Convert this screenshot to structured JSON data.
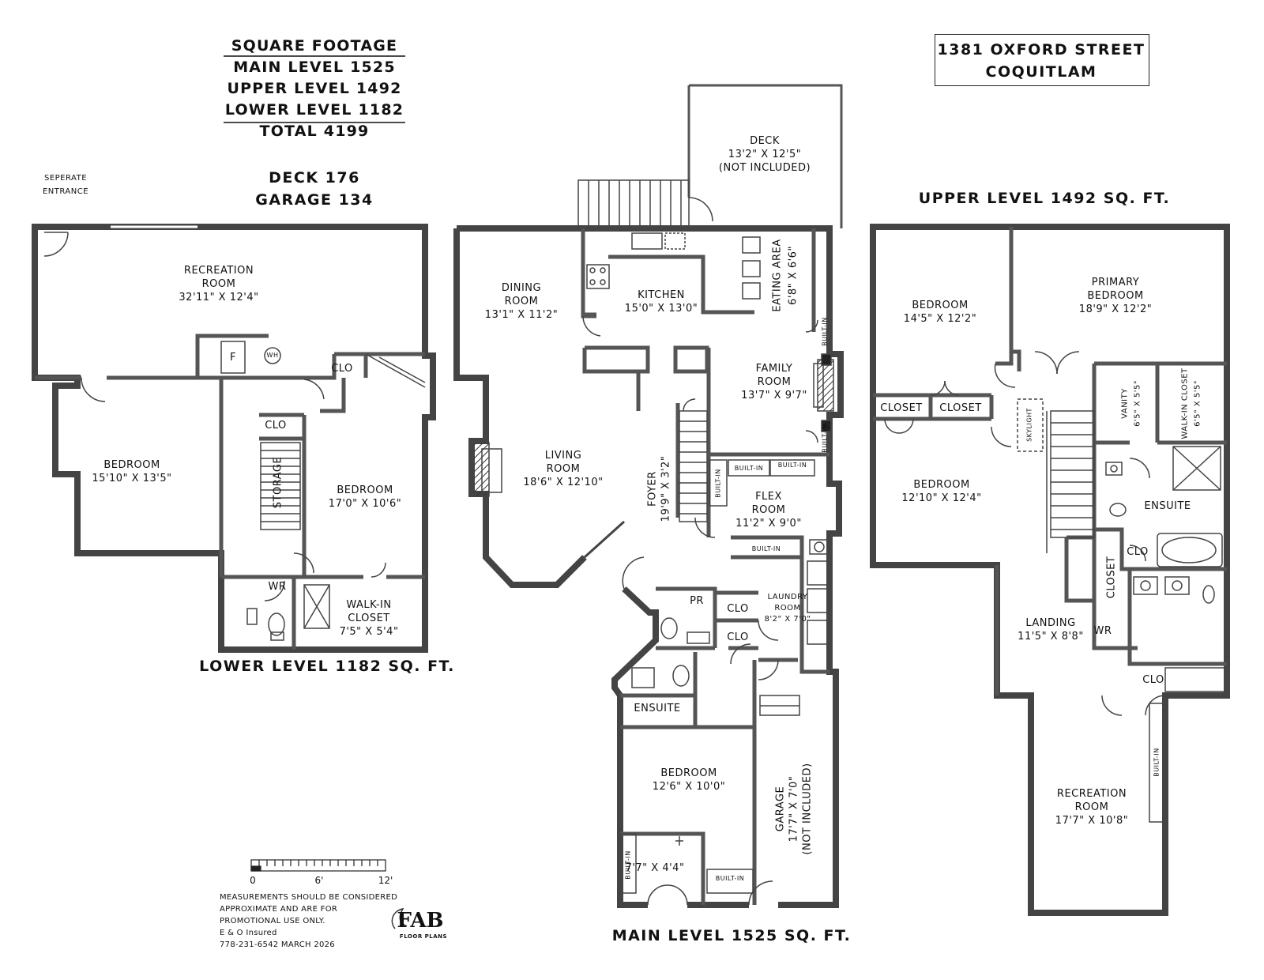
{
  "address": {
    "line1": "1381 OXFORD STREET",
    "line2": "COQUITLAM"
  },
  "square_footage": {
    "heading": "SQUARE FOOTAGE",
    "main": "MAIN LEVEL 1525",
    "upper": "UPPER LEVEL 1492",
    "lower": "LOWER LEVEL 1182",
    "total": "TOTAL 4199"
  },
  "extras": {
    "deck": "DECK 176",
    "garage": "GARAGE 134"
  },
  "level_titles": {
    "lower": "LOWER LEVEL 1182 SQ. FT.",
    "main": "MAIN LEVEL 1525 SQ. FT.",
    "upper": "UPPER LEVEL 1492 SQ. FT."
  },
  "lower_level": {
    "separate_entrance": [
      "SEPERATE",
      "ENTRANCE"
    ],
    "recreation_room": {
      "name": [
        "RECREATION",
        "ROOM"
      ],
      "dims": "32'11\" X 12'4\""
    },
    "furnace": "F",
    "water_heater": "WH",
    "bedroom_left": {
      "name": "BEDROOM",
      "dims": "15'10\" X 13'5\""
    },
    "bedroom_right": {
      "name": "BEDROOM",
      "dims": "17'0\" X 10'6\""
    },
    "storage": "STORAGE",
    "clo_1": "CLO",
    "clo_2": "CLO",
    "washroom": "WR",
    "walk_in_closet": {
      "name": [
        "WALK-IN",
        "CLOSET"
      ],
      "dims": "7'5\" X 5'4\""
    }
  },
  "main_level": {
    "deck": {
      "name": "DECK",
      "dims": "13'2\" X 12'5\"",
      "note": "(NOT INCLUDED)"
    },
    "dining_room": {
      "name": [
        "DINING",
        "ROOM"
      ],
      "dims": "13'1\" X 11'2\""
    },
    "kitchen": {
      "name": "KITCHEN",
      "dims": "15'0\" X 13'0\""
    },
    "eating_area": {
      "name": "EATING AREA",
      "dims": "6'8\" X 6'6\""
    },
    "family_room": {
      "name": [
        "FAMILY",
        "ROOM"
      ],
      "dims": "13'7\" X 9'7\""
    },
    "living_room": {
      "name": [
        "LIVING",
        "ROOM"
      ],
      "dims": "18'6\" X 12'10\""
    },
    "foyer": {
      "name": "FOYER",
      "dims": "19'9\" X 3'2\""
    },
    "flex_room": {
      "name": [
        "FLEX",
        "ROOM"
      ],
      "dims": "11'2\" X 9'0\""
    },
    "built_in": "BUILT-IN",
    "pr": "PR",
    "clo": "CLO",
    "laundry_room": {
      "name": [
        "LAUNDRY",
        "ROOM"
      ],
      "dims": "8'2\" X 7'0\""
    },
    "ensuite": "ENSUITE",
    "bedroom": {
      "name": "BEDROOM",
      "dims": "12'6\" X 10'0\""
    },
    "closet_dims": "7'7\" X 4'4\"",
    "garage": {
      "name": "GARAGE",
      "dims": "17'7\" X 7'0\"",
      "note": "(NOT INCLUDED)"
    }
  },
  "upper_level": {
    "bedroom_1": {
      "name": "BEDROOM",
      "dims": "14'5\" X 12'2\""
    },
    "primary_bedroom": {
      "name": [
        "PRIMARY",
        "BEDROOM"
      ],
      "dims": "18'9\" X 12'2\""
    },
    "closet": "CLOSET",
    "skylight": "SKYLIGHT",
    "vanity": {
      "name": "VANITY",
      "dims": "6'5\" X 5'5\""
    },
    "walk_in_closet": {
      "name": "WALK-IN CLOSET",
      "dims": "6'5\" X 5'5\""
    },
    "bedroom_2": {
      "name": "BEDROOM",
      "dims": "12'10\" X 12'4\""
    },
    "ensuite": "ENSUITE",
    "clo": "CLO",
    "landing": {
      "name": "LANDING",
      "dims": "11'5\" X 8'8\""
    },
    "wr": "WR",
    "recreation_room": {
      "name": [
        "RECREATION",
        "ROOM"
      ],
      "dims": "17'7\" X 10'8\""
    },
    "built_in": "BUILT-IN"
  },
  "scale": {
    "labels": [
      "0",
      "6'",
      "12'"
    ]
  },
  "disclaimer": [
    "MEASUREMENTS SHOULD BE CONSIDERED",
    "APPROXIMATE AND ARE FOR",
    "PROMOTIONAL USE ONLY.",
    "E & O Insured",
    "778-231-6542  MARCH 2026"
  ],
  "logo": {
    "text": "FAB",
    "sub": "FLOOR PLANS"
  }
}
